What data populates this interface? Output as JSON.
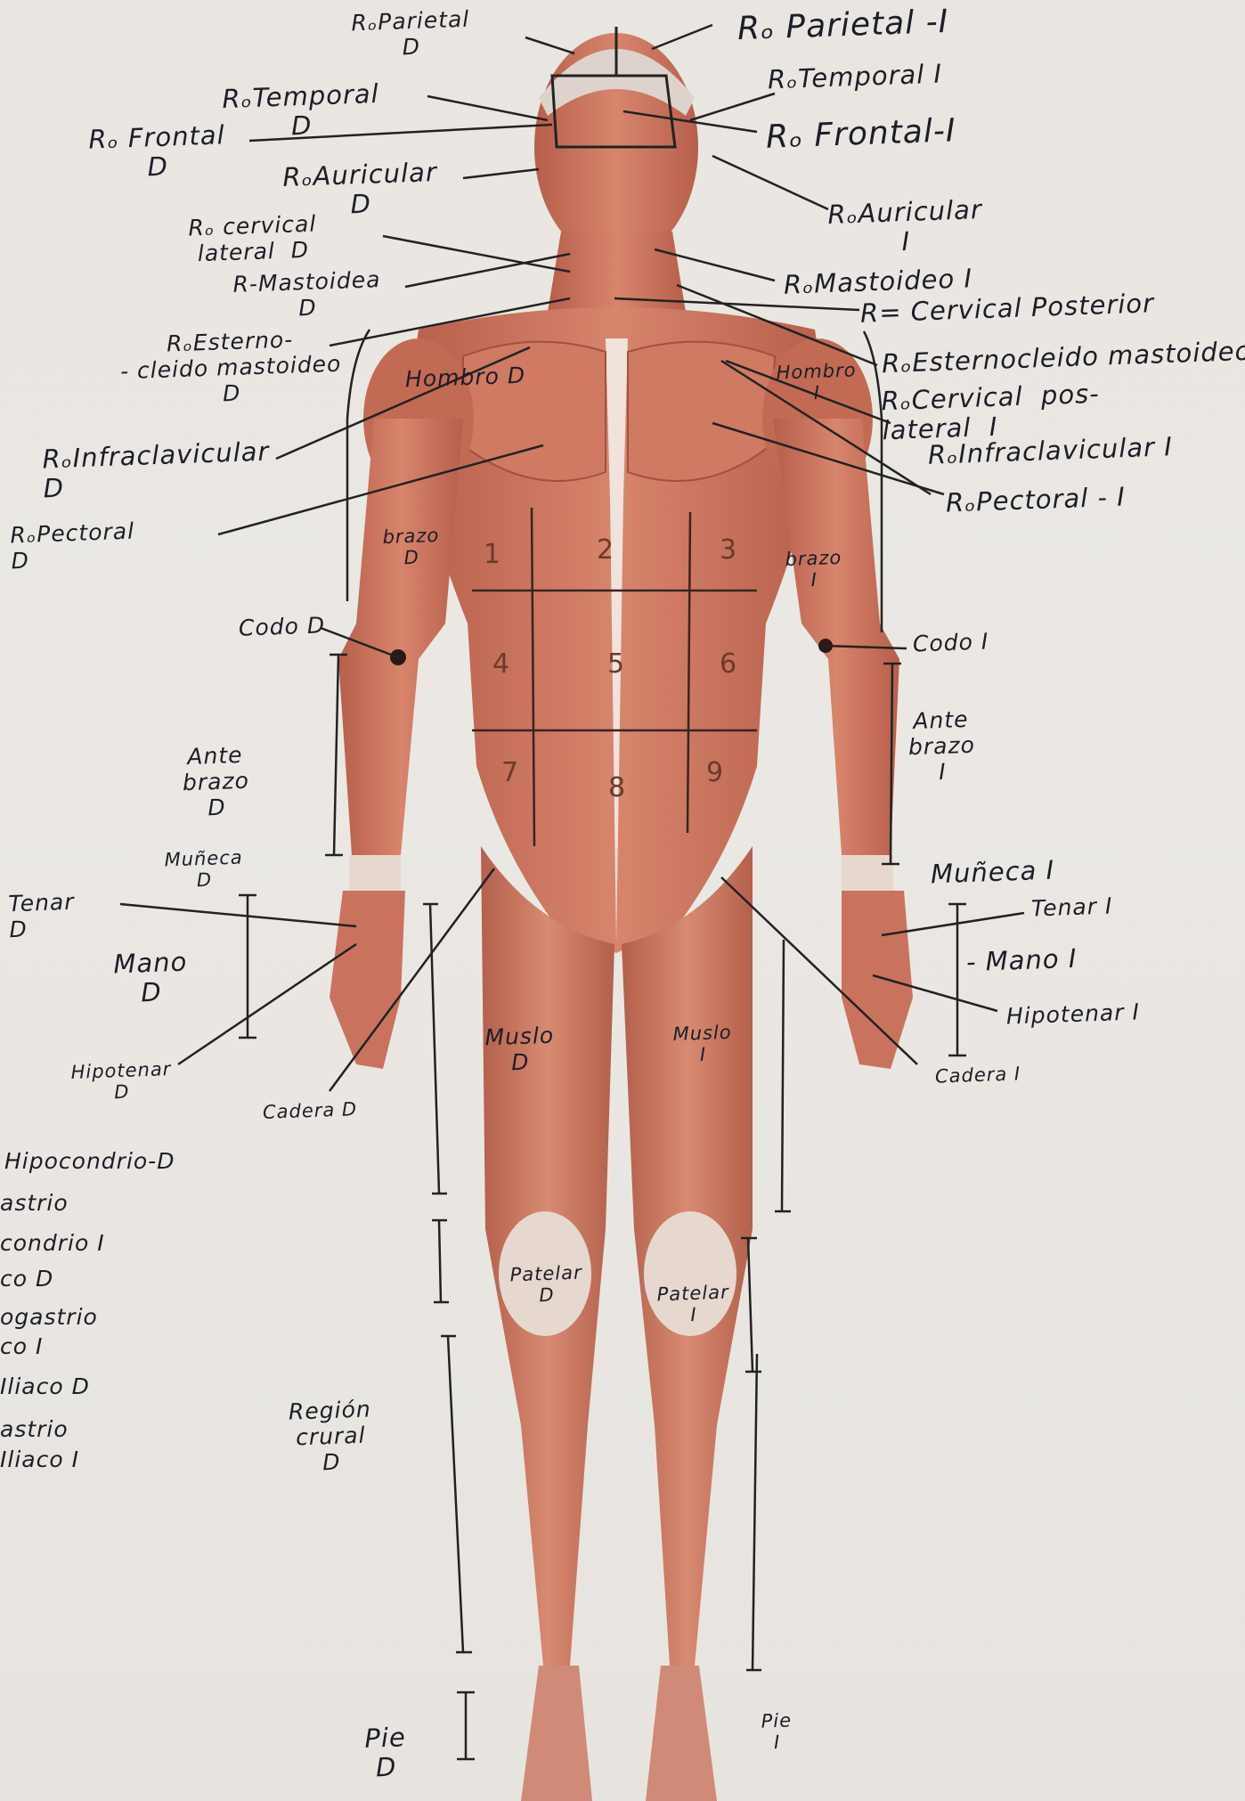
{
  "labels": {
    "parietal_d": "RₒParietal\nD",
    "parietal_i": "Rₒ Parietal -I",
    "temporal_d": "RₒTemporal\nD",
    "temporal_i": "RₒTemporal I",
    "frontal_d": "Rₒ Frontal\nD",
    "frontal_i": "Rₒ Frontal-I",
    "auricular_d": "RₒAuricular\nD",
    "auricular_i": "RₒAuricular\nI",
    "cervical_lateral_d": "Rₒ cervical\nlateral  D",
    "mastoidea_d": "R-Mastoidea\nD",
    "mastoideo_i": "RₒMastoideo I",
    "cervical_posterior": "R= Cervical  Posterior",
    "esternocleido_d": "RₒEsterno-\n- cleido mastoideo\nD",
    "esternocleido_i": "RₒEsternocleido mastoideo",
    "hombro_d": "Hombro D",
    "hombro_i": "Hombro\nI",
    "cervical_poslateral_i": "RₒCervical  pos-\nlateral  I",
    "infraclavicular_d": "RₒInfraclavicular\nD",
    "infraclavicular_i": "RₒInfraclavicular I",
    "pectoral_d": "RₒPectoral\nD",
    "pectoral_i": "RₒPectoral - I",
    "brazo_d": "brazo\nD",
    "brazo_i": "brazo\nI",
    "codo_d": "Codo D",
    "codo_i": "Codo I",
    "antebrazo_d": "Ante\nbrazo\nD",
    "antebrazo_i": "Ante\nbrazo\nI",
    "muneca_d": "Muñeca\nD",
    "muneca_i": "Muñeca I",
    "tenar_d": "Tenar\nD",
    "tenar_i": "Tenar I",
    "mano_d": "Mano\nD",
    "mano_i": "- Mano I",
    "hipotenar_d": "Hipotenar\nD",
    "hipotenar_i": "Hipotenar I",
    "cadera_d": "Cadera D",
    "cadera_i": "Cadera I",
    "muslo_d": "Muslo\nD",
    "muslo_i": "Muslo\nI",
    "patelar_d": "Patelar\nD",
    "patelar_i": "Patelar\nI",
    "region_crural_d": "Región\ncrural\nD",
    "pie_d": "Pie\nD",
    "pie_i": "Pie\nI"
  },
  "regions_list": [
    "Hipocondrio-D",
    "astrio",
    "condrio I",
    "co D",
    "ogastrio",
    "co I",
    "Iliaco D",
    "astrio",
    "Iliaco I"
  ],
  "abdomen_numbers": [
    "1",
    "2",
    "3",
    "4",
    "5",
    "6",
    "7",
    "8",
    "9"
  ],
  "colors": {
    "muscle": "#c9735e",
    "muscle_dark": "#a4503f",
    "tendon": "#e9dcd4",
    "ink": "#1d1d28"
  }
}
